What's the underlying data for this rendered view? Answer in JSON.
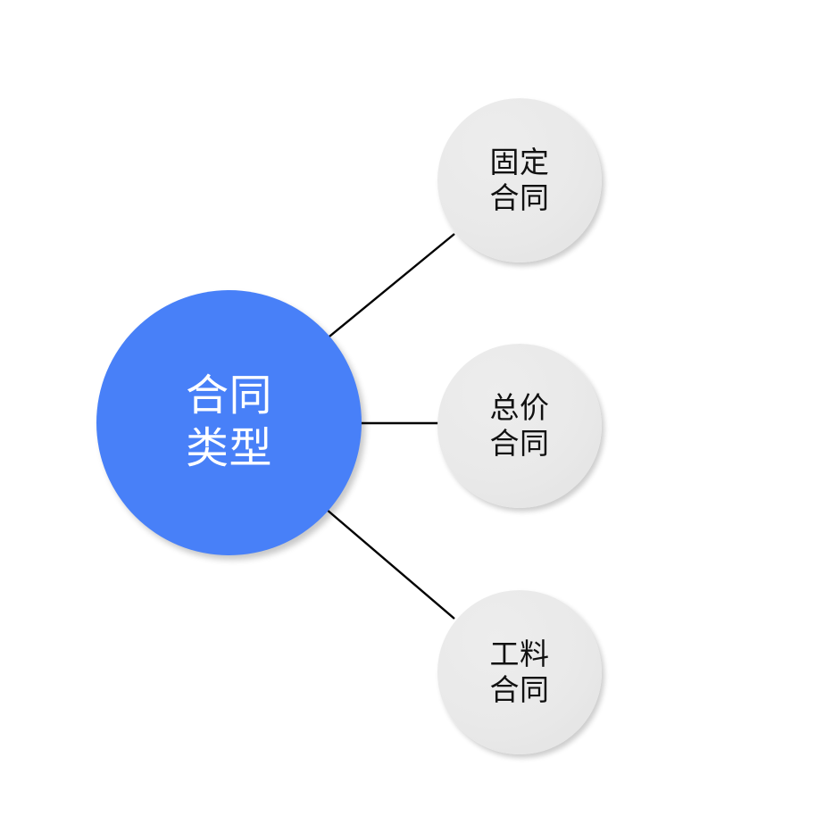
{
  "diagram": {
    "type": "radial-mind-map",
    "background_color": "#FFFFFF",
    "root": {
      "label": "合同\n类型",
      "label_plain": "合同类型",
      "fill_color": "#4880F8",
      "text_color": "#FFFFFF",
      "shape": "circle"
    },
    "branches": [
      {
        "label": "固定\n合同",
        "label_plain": "固定合同",
        "fill_color": "#E8E8E8",
        "text_color": "#111111",
        "shape": "circle",
        "connector": "diagonal-up"
      },
      {
        "label": "总价\n合同",
        "label_plain": "总价合同",
        "fill_color": "#E8E8E8",
        "text_color": "#111111",
        "shape": "circle",
        "connector": "horizontal"
      },
      {
        "label": "工料\n合同",
        "label_plain": "工料合同",
        "fill_color": "#E8E8E8",
        "text_color": "#111111",
        "shape": "circle",
        "connector": "diagonal-down"
      }
    ],
    "connector_color": "#000000",
    "connector_width": 2
  }
}
